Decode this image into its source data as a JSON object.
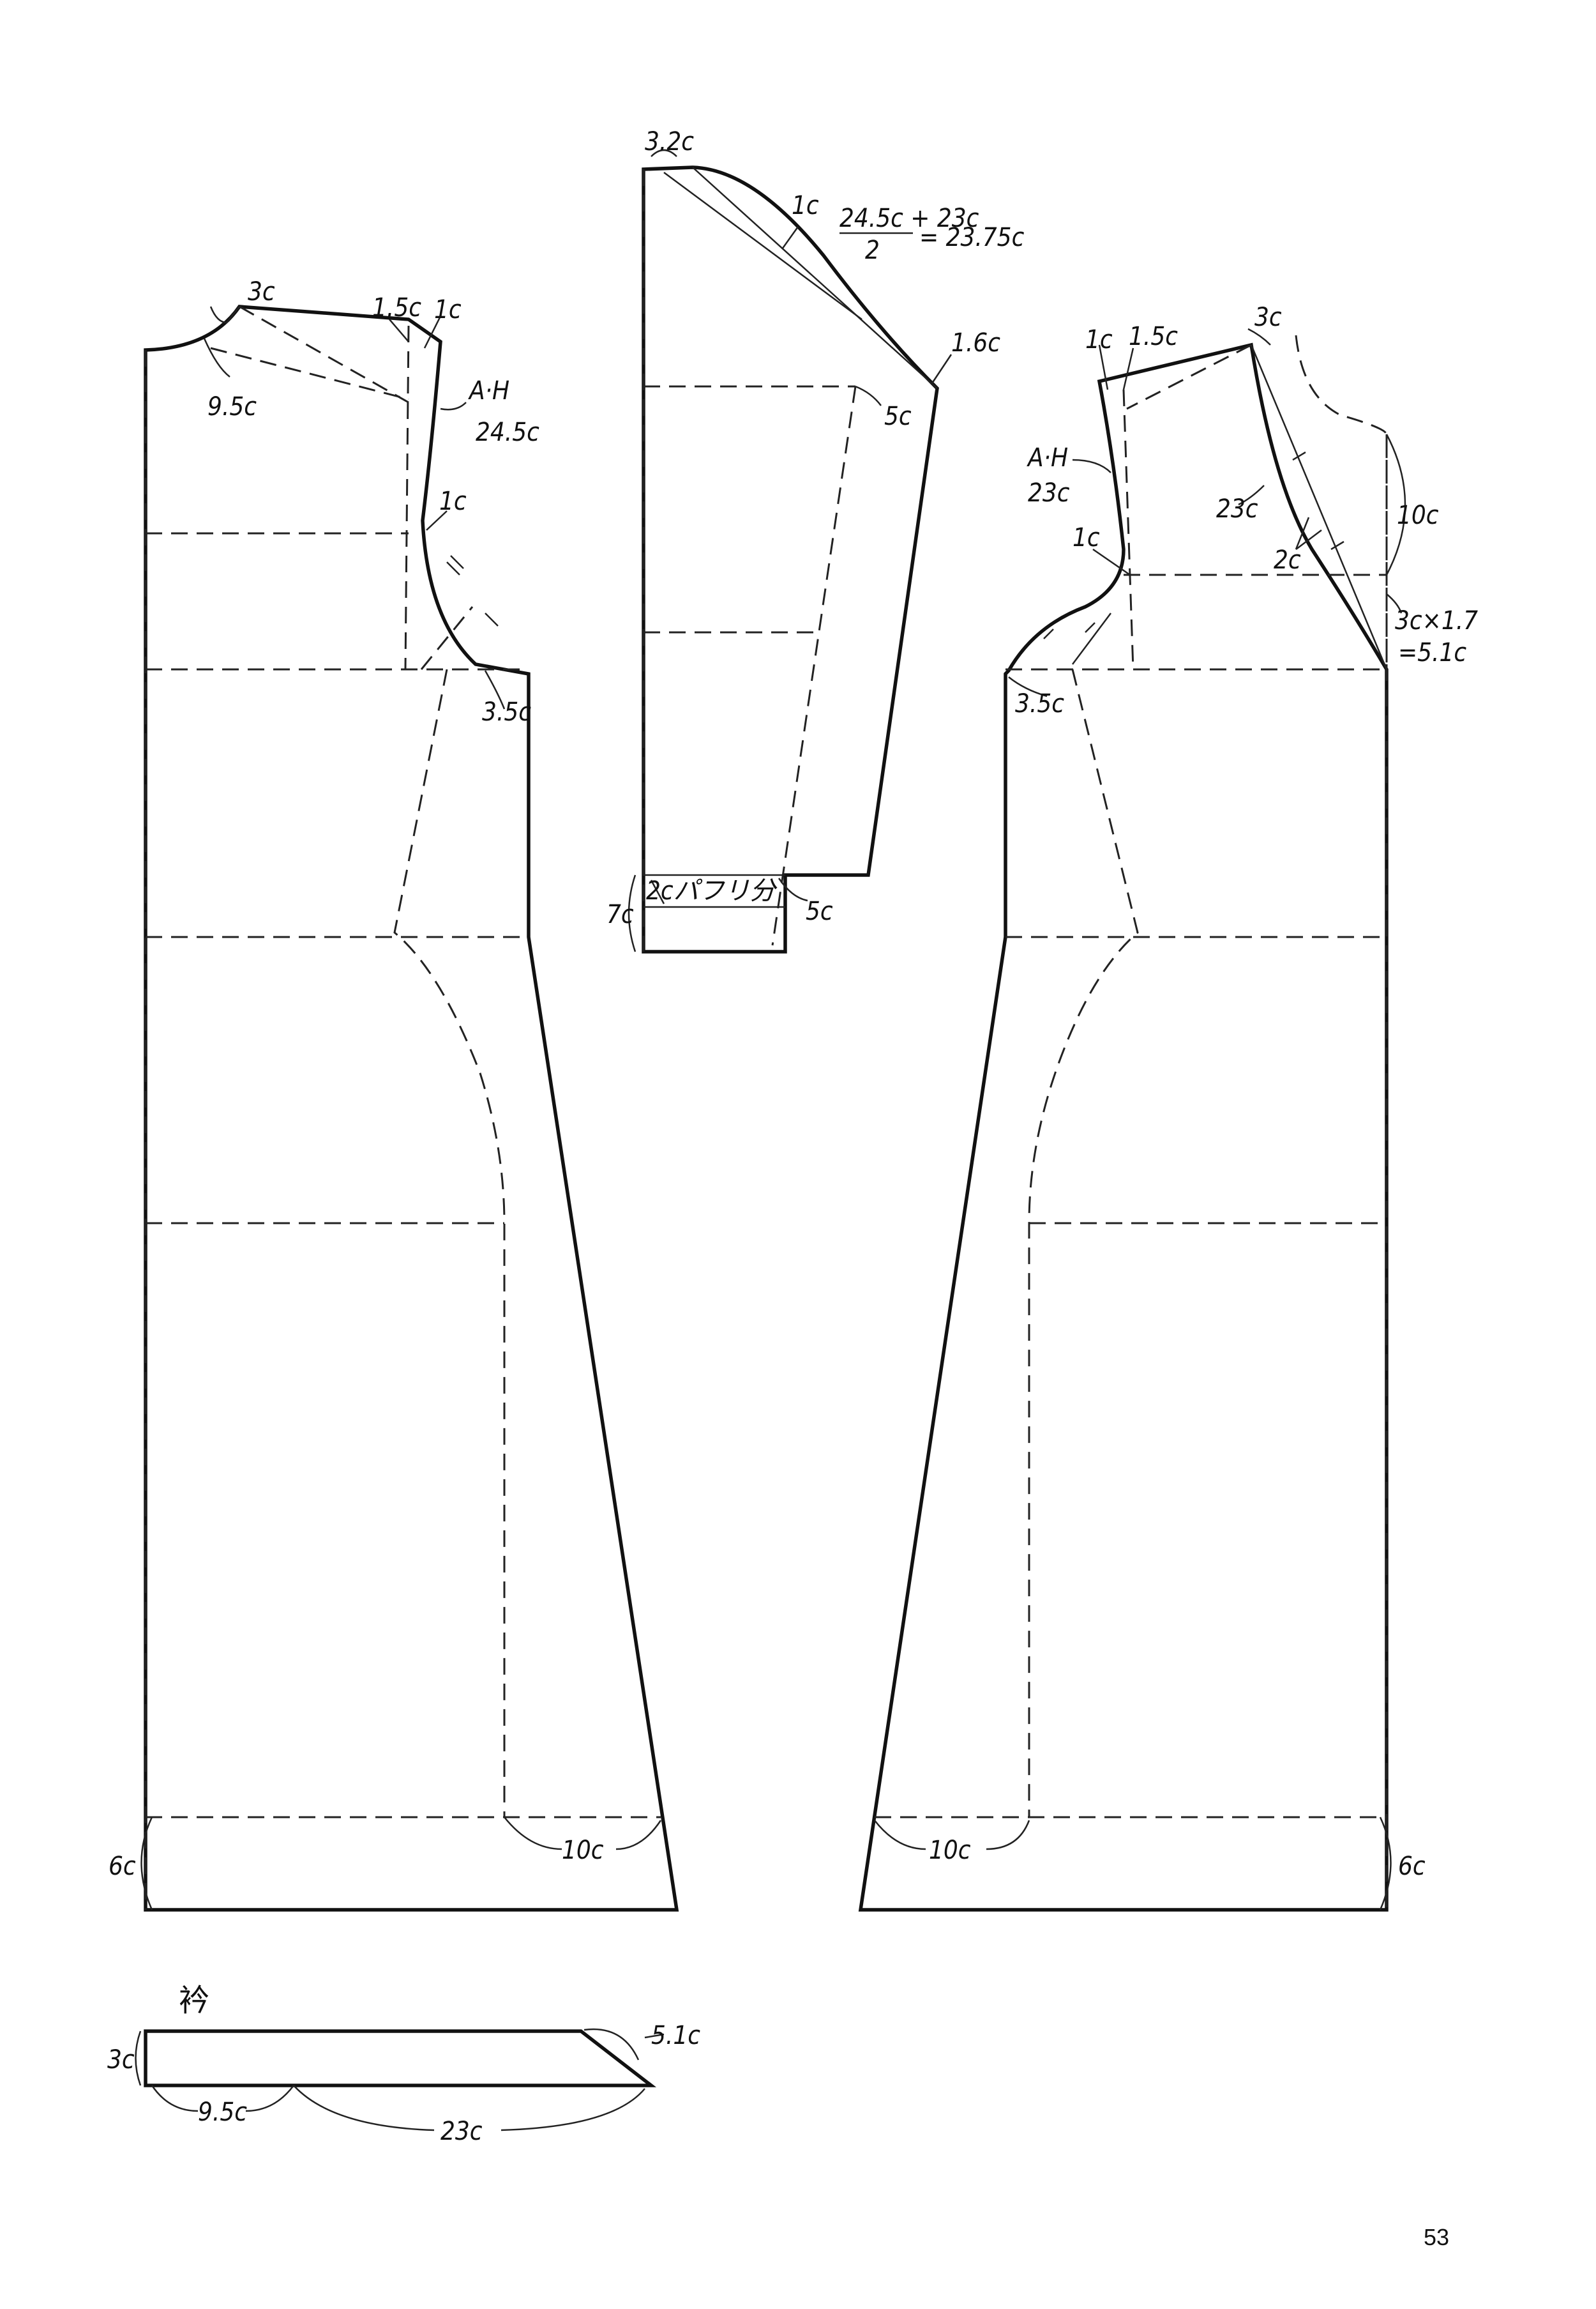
{
  "back_bodice": {
    "neck_width": "3c",
    "neck_curve": "9.5c",
    "shoulder_raise": "1.5c",
    "shoulder_extend": "1c",
    "armhole_label": "A·H",
    "armhole_value": "24.5c",
    "armhole_depth": "1c",
    "side_drop": "3.5c",
    "hem_depth": "6c",
    "hem_flare": "10c"
  },
  "sleeve": {
    "cap_height": "3.2c",
    "cap_curve": "1c",
    "formula_numerator": "24.5c + 23c",
    "formula_denominator": "2",
    "formula_result": "= 23.75c",
    "cap_point": "1.6c",
    "under_offset": "5c",
    "puff_label": "2cパフリ分",
    "cuff_height": "7c",
    "cuff_offset": "5c"
  },
  "front_bodice": {
    "shoulder_extend": "1c",
    "shoulder_raise": "1.5c",
    "neck_width": "3c",
    "armhole_label": "A·H",
    "armhole_value": "23c",
    "neck_curve": "23c",
    "neck_depth": "10c",
    "neck_offset": "2c",
    "multiply": "3c×1.7",
    "multiply_result": "=5.1c",
    "armhole_depth": "1c",
    "side_drop": "3.5c",
    "hem_flare": "10c",
    "hem_depth": "6c"
  },
  "collar": {
    "title": "衿",
    "height": "3c",
    "back_length": "9.5c",
    "front_length": "23c",
    "point": "5.1c"
  },
  "page_number": "53"
}
